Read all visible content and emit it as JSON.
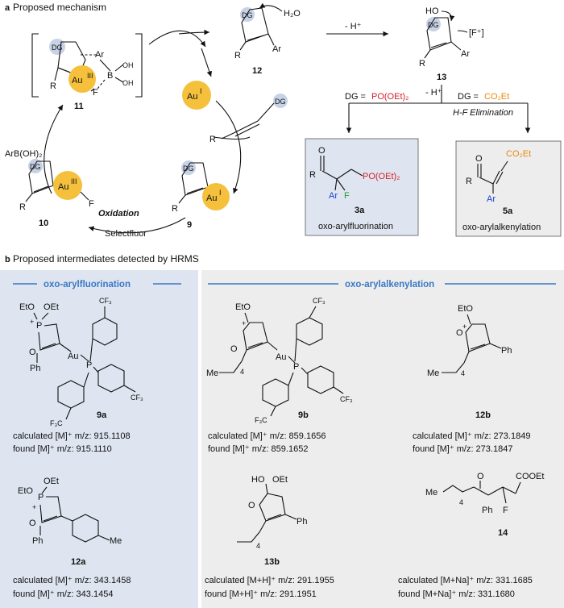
{
  "panel_a": {
    "label": "a",
    "title": "Proposed mechanism",
    "dg": "DG",
    "au": "Au",
    "ox_III": "III",
    "ox_I": "I",
    "r": "R",
    "ar": "Ar",
    "f": "F",
    "b": "B",
    "oh": "OH",
    "h2o": "H₂O",
    "fplus": "[F⁺]",
    "ho": "HO",
    "minus_h": "- H⁺",
    "oxidation": "Oxidation",
    "selectfluor": "Selectfluor",
    "arboh2": "ArB(OH)₂",
    "dg_po": "DG = ",
    "po_val": "PO(OEt)₂",
    "dg_co": "DG = ",
    "co_val": "CO₂Et",
    "hf_elim": "H-F Elimination",
    "compounds": {
      "c11": "11",
      "c12": "12",
      "c13": "13",
      "c9": "9",
      "c10": "10",
      "c3a": "3a",
      "c5a": "5a"
    },
    "box1_caption": "oxo-arylfluorination",
    "box2_caption": "oxo-arylalkenylation",
    "o": "O",
    "po2": "PO(OEt)₂",
    "co2et": "CO₂Et"
  },
  "panel_b": {
    "label": "b",
    "title": "Proposed intermediates detected by HRMS",
    "left_header": "oxo-arylfluorination",
    "right_header": "oxo-arylalkenylation",
    "labels": {
      "eto": "EtO",
      "oet": "OEt",
      "p": "P",
      "o": "O",
      "plus": "+",
      "au": "Au",
      "ph": "Ph",
      "cf3": "CF₃",
      "f3c": "F₃C",
      "me": "Me",
      "four": "4",
      "ho": "HO",
      "cooet": "COOEt",
      "f": "F"
    },
    "items": [
      {
        "id": "9a",
        "calc": "calculated [M]⁺ m/z: 915.1108",
        "found": "found  [M]⁺ m/z: 915.1110"
      },
      {
        "id": "12a",
        "calc": "calculated  [M]⁺ m/z: 343.1458",
        "found": "found  [M]⁺ m/z: 343.1454"
      },
      {
        "id": "9b",
        "calc": "calculated [M]⁺ m/z: 859.1656",
        "found": "found  [M]⁺ m/z: 859.1652"
      },
      {
        "id": "12b",
        "calc": "calculated  [M]⁺ m/z: 273.1849",
        "found": "found  [M]⁺ m/z: 273.1847"
      },
      {
        "id": "13b",
        "calc": "calculated [M+H]⁺ m/z: 291.1955",
        "found": "found  [M+H]⁺ m/z: 291.1951"
      },
      {
        "id": "14",
        "calc": "calculated [M+Na]⁺ m/z: 331.1685",
        "found": "found  [M+Na]⁺ m/z: 331.1680"
      }
    ]
  },
  "colors": {
    "gold": "#f5c13d",
    "dg_highlight": "#c7d2e6",
    "left_panel": "#dfe5f0",
    "right_panel": "#ededed",
    "header_blue": "#3a78c4",
    "red": "#d0202a",
    "orange": "#e8890c",
    "blue": "#1a3fd0",
    "green": "#1f9a3a"
  }
}
